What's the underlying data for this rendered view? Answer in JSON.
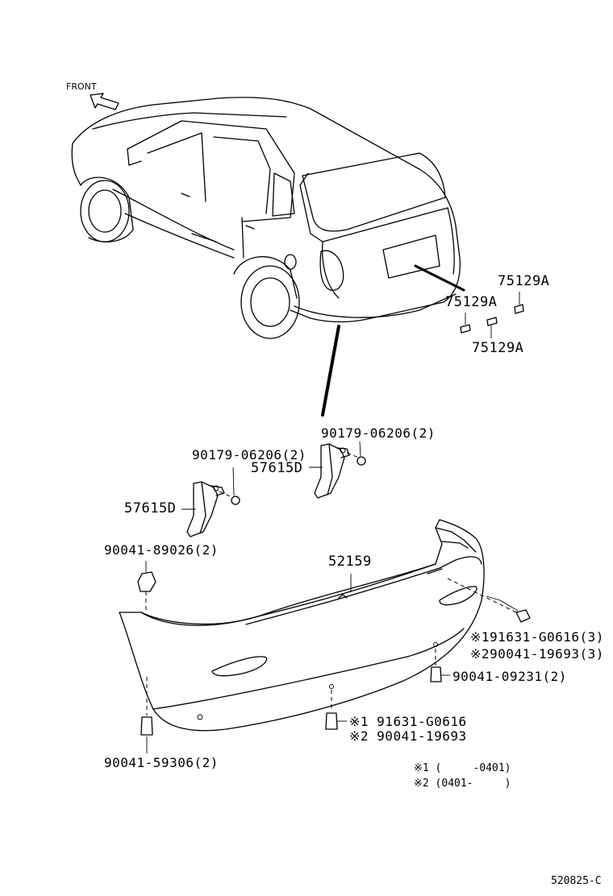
{
  "front_label": "FRONT",
  "parts": {
    "p75129a_1": "75129A",
    "p75129a_2": "75129A",
    "p75129a_3": "75129A",
    "p90179_left": "90179-06206(2)",
    "p90179_right": "90179-06206(2)",
    "p57615d_left": "57615D",
    "p57615d_right": "57615D",
    "p90041_89026": "90041-89026(2)",
    "p52159": "52159",
    "p91631_3": "※191631-G0616(3)",
    "p90041_19693_3": "※290041-19693(3)",
    "p90041_09231": "90041-09231(2)",
    "p91631_center": "※1 91631-G0616",
    "p90041_19693_center": "※2 90041-19693",
    "p90041_59306": "90041-59306(2)"
  },
  "notes": {
    "note1": "※1 (     -0401)",
    "note2": "※2 (0401-     )"
  },
  "diagram_id": "520825-C"
}
